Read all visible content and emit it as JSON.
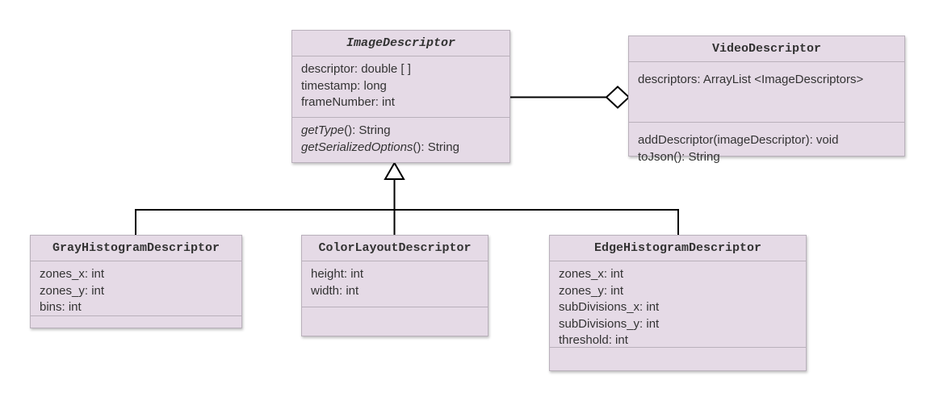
{
  "classes": {
    "image_descriptor": {
      "name": "ImageDescriptor",
      "attributes": [
        "descriptor: double [ ]",
        "timestamp: long",
        "frameNumber: int"
      ],
      "methods": [
        {
          "name": "getType",
          "signature": "(): String"
        },
        {
          "name": "getSerializedOptions",
          "signature": "(): String"
        }
      ]
    },
    "video_descriptor": {
      "name": "VideoDescriptor",
      "attributes": [
        "descriptors: ArrayList <ImageDescriptors>"
      ],
      "methods": [
        "addDescriptor(imageDescriptor): void",
        "toJson(): String"
      ]
    },
    "gray_histogram_descriptor": {
      "name": "GrayHistogramDescriptor",
      "attributes": [
        "zones_x: int",
        "zones_y: int",
        "bins: int"
      ]
    },
    "color_layout_descriptor": {
      "name": "ColorLayoutDescriptor",
      "attributes": [
        "height: int",
        "width: int"
      ]
    },
    "edge_histogram_descriptor": {
      "name": "EdgeHistogramDescriptor",
      "attributes": [
        "zones_x: int",
        "zones_y: int",
        "subDivisions_x: int",
        "subDivisions_y: int",
        "threshold: int"
      ]
    }
  },
  "colors": {
    "class_fill": "#e5dae6",
    "class_border": "#b9b0bb",
    "line": "#000000"
  }
}
